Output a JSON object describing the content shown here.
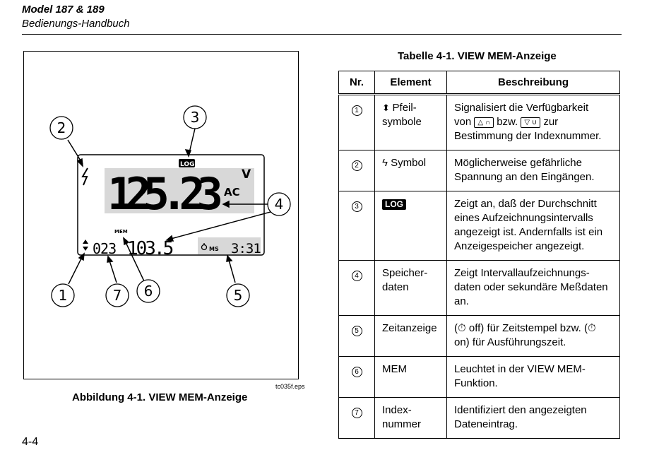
{
  "header": {
    "model": "Model 187 & 189",
    "subtitle": "Bedienungs-Handbuch"
  },
  "figure": {
    "caption": "Abbildung 4-1. VIEW MEM-Anzeige",
    "filename": "tc035f.eps",
    "display": {
      "main_value": "125.23",
      "main_unit": "V",
      "main_mode": "AC",
      "log_label": "LOG",
      "mem_label": "MEM",
      "index_value": "023",
      "secondary_value": "103.5",
      "time_value": "3:31",
      "time_unit": "MS"
    },
    "callouts": [
      "1",
      "2",
      "3",
      "4",
      "5",
      "6",
      "7"
    ]
  },
  "table": {
    "title": "Tabelle 4-1. VIEW MEM-Anzeige",
    "headers": [
      "Nr.",
      "Element",
      "Beschreibung"
    ],
    "rows": [
      {
        "nr": "1",
        "element_1": "Pfeil-",
        "element_2": "symbole",
        "desc_1": "Signalisiert die Verfügbarkeit",
        "desc_2a": "von",
        "key_1": "△ ∩",
        "desc_2b": "bzw.",
        "key_2": "▽ ∪",
        "desc_2c": "zur",
        "desc_3": "Bestimmung der Indexnummer."
      },
      {
        "nr": "2",
        "element": "Symbol",
        "desc_1": "Möglicherweise gefährliche",
        "desc_2": "Spannung an den Eingängen."
      },
      {
        "nr": "3",
        "element": "LOG",
        "desc_1": "Zeigt an, daß der Durchschnitt",
        "desc_2": "eines Aufzeichnungsintervalls",
        "desc_3": "angezeigt ist. Andernfalls ist ein",
        "desc_4": "Anzeigespeicher angezeigt."
      },
      {
        "nr": "4",
        "element_1": "Speicher-",
        "element_2": "daten",
        "desc_1": "Zeigt Intervallaufzeichnungs-",
        "desc_2": "daten oder sekundäre Meßdaten",
        "desc_3": "an."
      },
      {
        "nr": "5",
        "element": "Zeitanzeige",
        "desc_1a": "(",
        "desc_1b": "off) für Zeitstempel bzw. (",
        "desc_2": "on) für Ausführungszeit."
      },
      {
        "nr": "6",
        "element": "MEM",
        "desc_1": "Leuchtet in der VIEW MEM-",
        "desc_2": "Funktion."
      },
      {
        "nr": "7",
        "element_1": "Index-",
        "element_2": "nummer",
        "desc_1": "Identifiziert den angezeigten",
        "desc_2": "Dateneintrag."
      }
    ]
  }
}
